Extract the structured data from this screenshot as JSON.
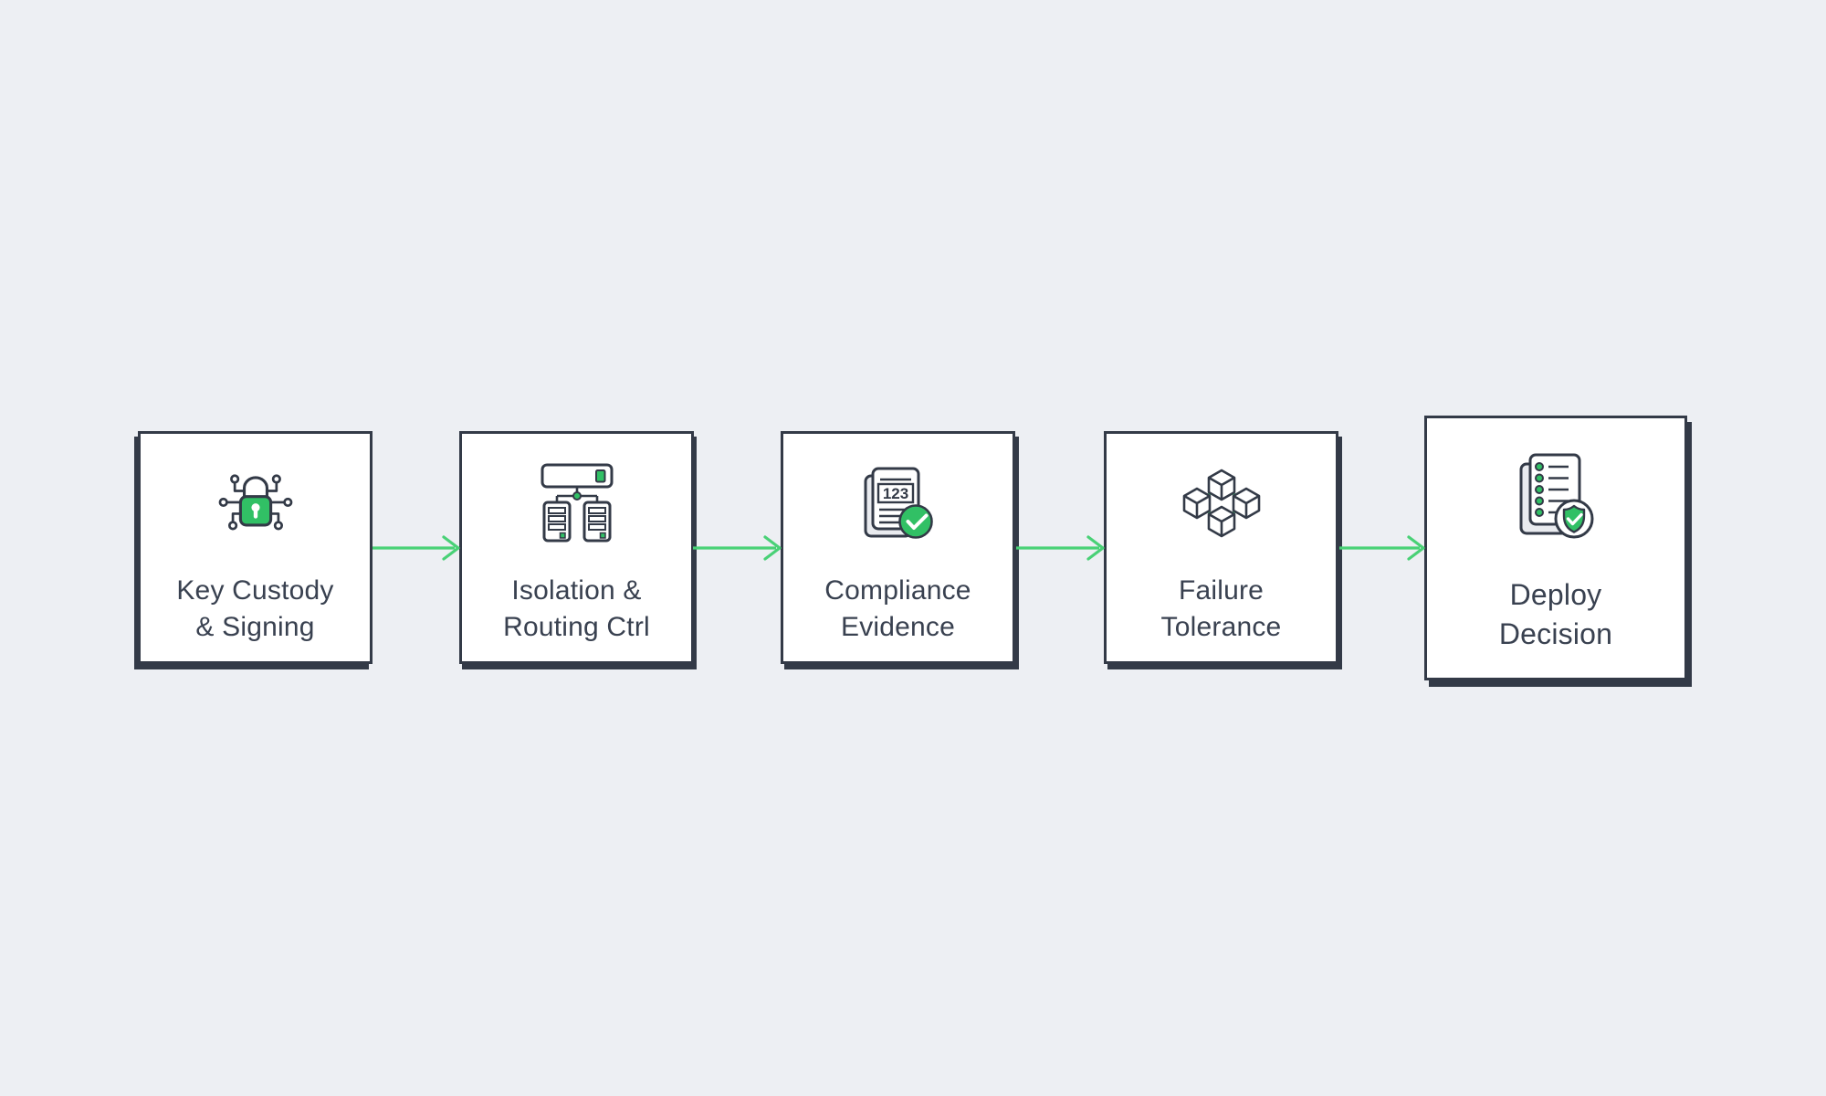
{
  "diagram": {
    "type": "flowchart",
    "direction": "left-to-right",
    "steps": [
      {
        "id": "key-custody-signing",
        "icon": "circuit-lock-icon",
        "label_line1": "Key Custody",
        "label_line2": "& Signing"
      },
      {
        "id": "isolation-routing",
        "icon": "server-network-icon",
        "label_line1": "Isolation &",
        "label_line2": "Routing Ctrl"
      },
      {
        "id": "compliance-evidence",
        "icon": "document-123-check-icon",
        "label_line1": "Compliance",
        "label_line2": "Evidence"
      },
      {
        "id": "failure-tolerance",
        "icon": "cubes-cluster-icon",
        "label_line1": "Failure",
        "label_line2": "Tolerance"
      },
      {
        "id": "deploy-decision",
        "icon": "checklist-shield-icon",
        "label_line1": "Deploy",
        "label_line2": "Decision"
      }
    ],
    "document_number": "123",
    "connectors": {
      "count": 4,
      "style": "open-chevron-arrow",
      "color": "#49d176"
    }
  },
  "colors": {
    "background": "#edeff3",
    "box_fill": "#ffffff",
    "outline_navy": "#333a47",
    "text": "#394150",
    "green_fill": "#31c065",
    "green_bright": "#49d176",
    "back_page_fill": "#e9ebef"
  }
}
